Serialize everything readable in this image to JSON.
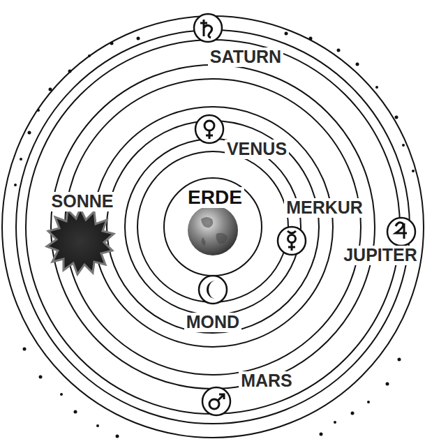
{
  "diagram": {
    "labels": [
      "SATURN",
      "VENUS",
      "SONNE",
      "ERDE",
      "MERKUR",
      "JUPITER",
      "MOND",
      "MARS"
    ]
  }
}
